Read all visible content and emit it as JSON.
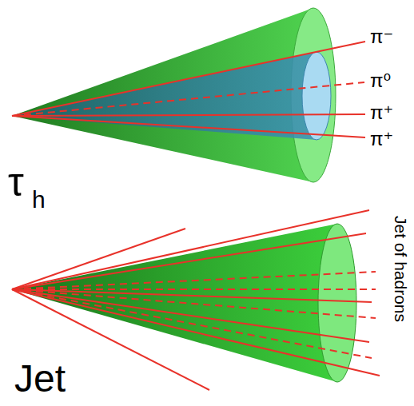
{
  "diagram": {
    "labels": [
      "π⁻",
      "π⁰",
      "π⁺",
      "π⁺",
      "τ",
      "h",
      "Jet",
      "Jet of hadrons"
    ]
  }
}
